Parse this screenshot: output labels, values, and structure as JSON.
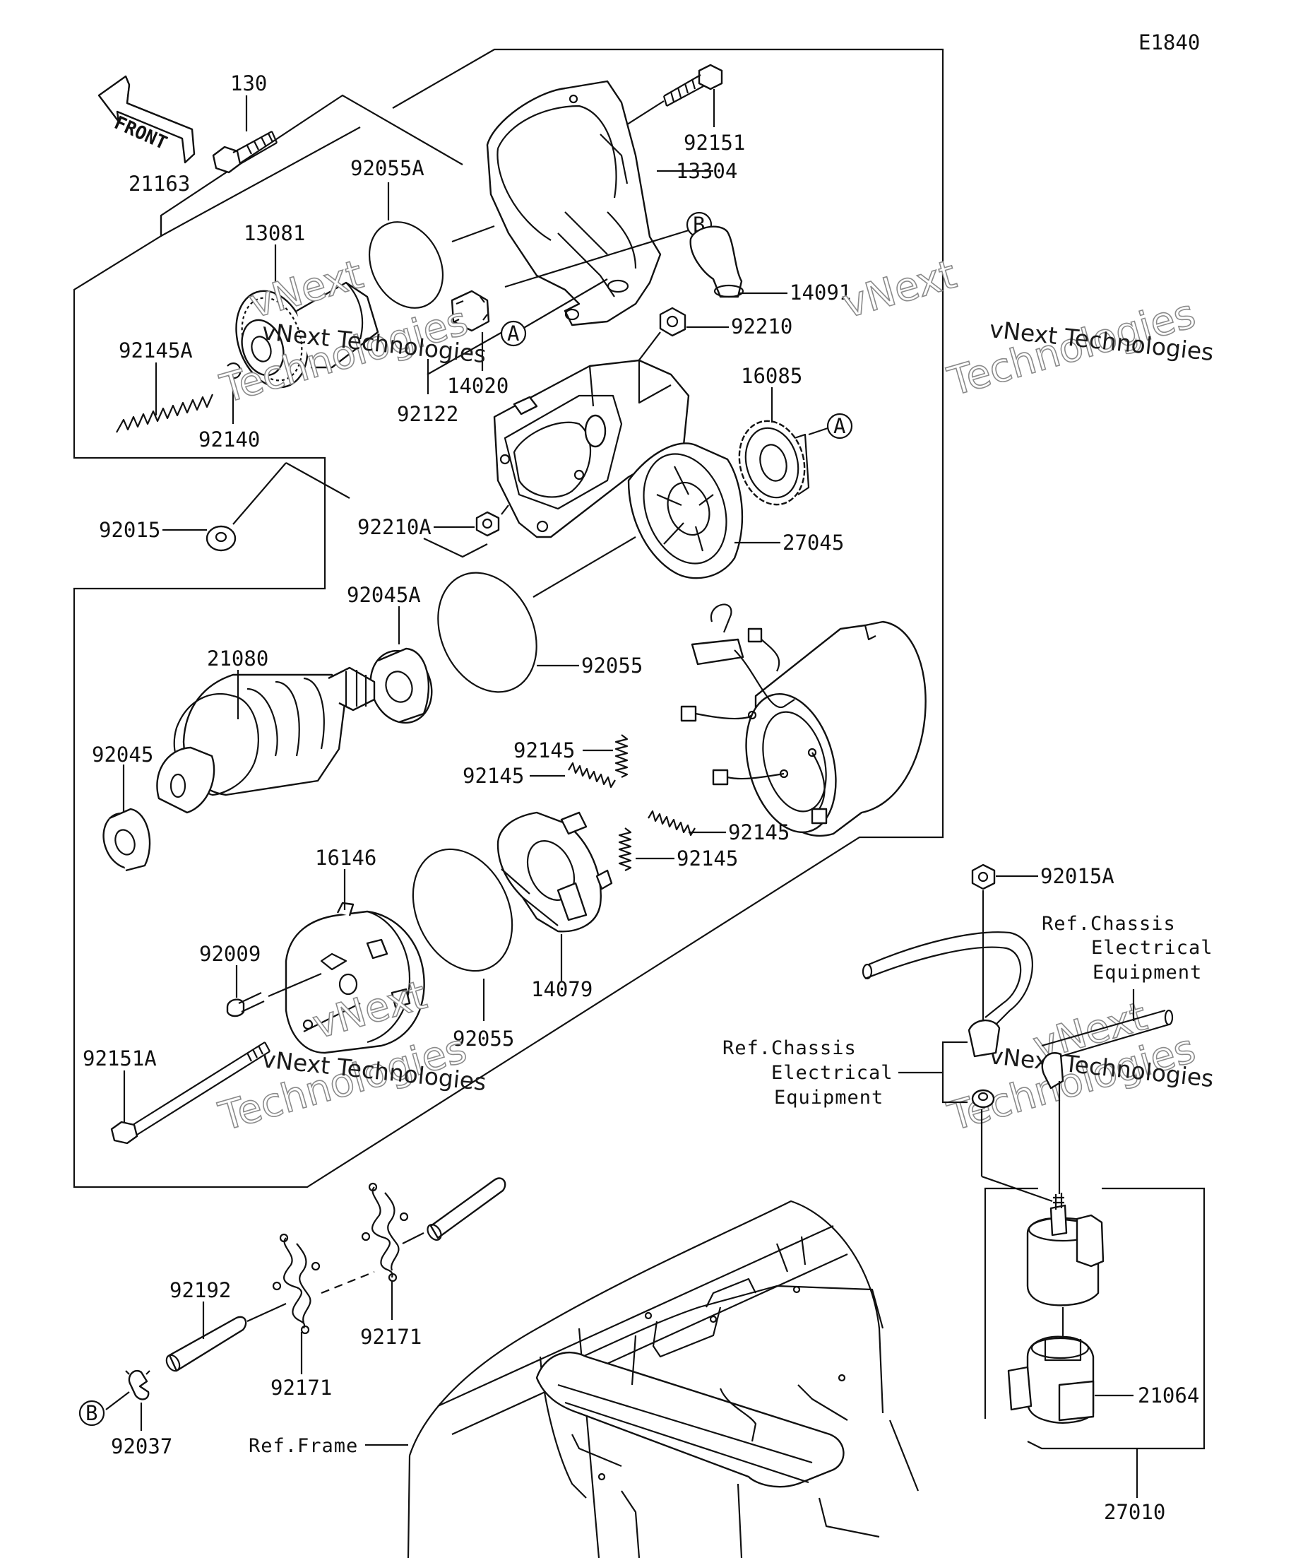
{
  "diagram": {
    "code": "E1840",
    "front_label": "FRONT",
    "callout_a": "A",
    "callout_b": "B",
    "watermark_small": "vNext Technologies",
    "watermark_large": "Technologies",
    "watermark_large_top": "vNext",
    "parts": {
      "p130": "130",
      "p21163": "21163",
      "p92151": "92151",
      "p13304": "13304",
      "p92055A": "92055A",
      "p13081": "13081",
      "p14091": "14091",
      "p92145A": "92145A",
      "p14020": "14020",
      "p92210": "92210",
      "p92122": "92122",
      "p92140": "92140",
      "p16085": "16085",
      "p92015": "92015",
      "p92210A": "92210A",
      "p27045": "27045",
      "p92045A": "92045A",
      "p21080": "21080",
      "p92055_1": "92055",
      "p92045": "92045",
      "p92145_1": "92145",
      "p92145_2": "92145",
      "p92145_3": "92145",
      "p92145_4": "92145",
      "p16146": "16146",
      "p92009": "92009",
      "p14079": "14079",
      "p92055_2": "92055",
      "p92151A": "92151A",
      "p92015A": "92015A",
      "p92192": "92192",
      "p92171_1": "92171",
      "p92171_2": "92171",
      "p92037": "92037",
      "p21064": "21064",
      "p27010": "27010"
    },
    "refs": {
      "chassis_right": [
        "Ref.Chassis",
        "Electrical",
        "Equipment"
      ],
      "chassis_left": [
        "Ref.Chassis",
        "Electrical",
        "Equipment"
      ],
      "frame": "Ref.Frame"
    }
  }
}
